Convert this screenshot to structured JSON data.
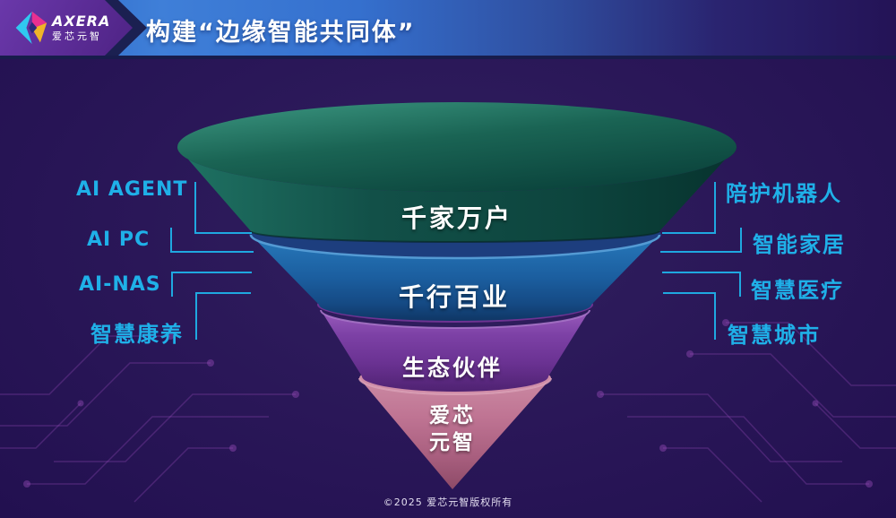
{
  "header": {
    "brand": "AXERA",
    "brand_cn": "爱芯元智",
    "title": "构建“边缘智能共同体”"
  },
  "funnel": {
    "layers": [
      {
        "label": "千家万户",
        "color": "#11504a"
      },
      {
        "label": "千行百业",
        "color": "#1e63a8"
      },
      {
        "label": "生态伙伴",
        "color": "#7a3da2"
      },
      {
        "label": "爱芯",
        "label2": "元智",
        "color": "#c2La7493"
      }
    ]
  },
  "left_labels": [
    {
      "label": "AI AGENT"
    },
    {
      "label": "AI PC"
    },
    {
      "label": "AI-NAS"
    },
    {
      "label": "智慧康养"
    }
  ],
  "right_labels": [
    {
      "label": "陪护机器人"
    },
    {
      "label": "智能家居"
    },
    {
      "label": "智慧医疗"
    },
    {
      "label": "智慧城市"
    }
  ],
  "footer": {
    "copyright": "©2025 爱芯元智版权所有"
  },
  "colors": {
    "accent_cyan": "#1fb0e8",
    "header_blue": "#2f6fce",
    "header_purple": "#5b2c96",
    "background": "#2a1758",
    "layer_green": "#11504a",
    "layer_blue": "#1e63a8",
    "layer_purple": "#7a3da2",
    "layer_pink": "#c27493"
  }
}
